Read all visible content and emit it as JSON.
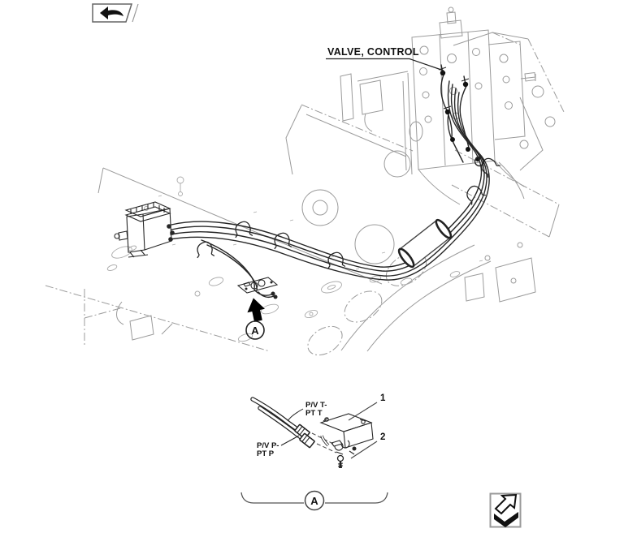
{
  "page": {
    "background": "#ffffff",
    "line_dark": "#262626",
    "line_light": "#9b9b9b"
  },
  "nav": {
    "prev_button_icon": "return-arrow-icon",
    "next_button_icon": "page-forward-arrow-icon"
  },
  "main_view": {
    "valve_label": "VALVE, CONTROL",
    "detail_marker": "A"
  },
  "detail_view": {
    "marker": "A",
    "labels": {
      "pv_t_line1": "P/V T-",
      "pv_t_line2": "PT T",
      "pv_p_line1": "P/V P-",
      "pv_p_line2": "PT P"
    },
    "items": [
      {
        "number": "1"
      },
      {
        "number": "2"
      }
    ]
  }
}
